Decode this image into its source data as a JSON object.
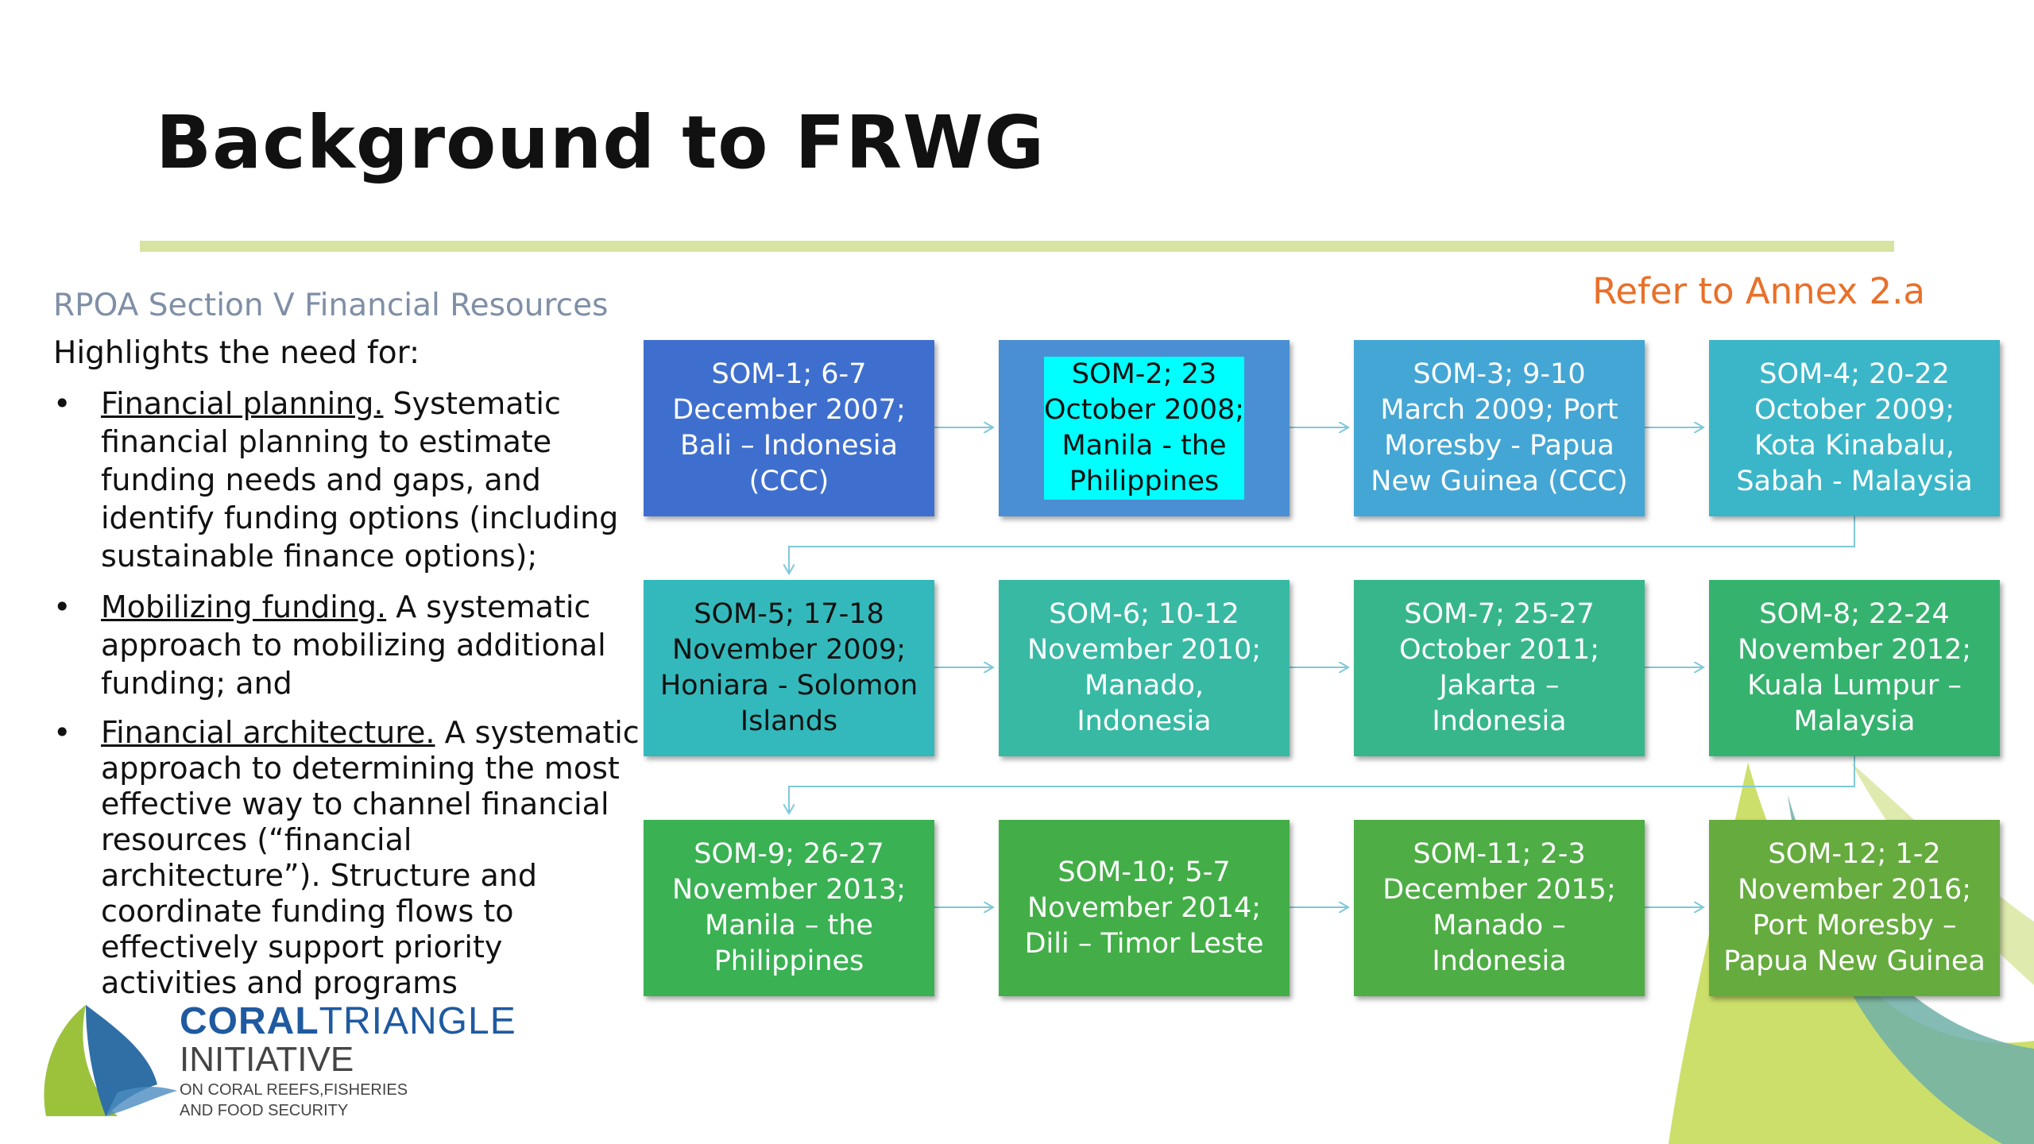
{
  "slide": {
    "title": "Background to FRWG",
    "section": "RPOA Section V Financial Resources",
    "annex_note": "Refer to Annex 2.a",
    "intro": "Highlights the need for:",
    "bullets": [
      {
        "term": "Financial planning.",
        "text": " Systematic financial planning to estimate funding needs and gaps, and identify funding options (including sustainable finance options);"
      },
      {
        "term": "Mobilizing funding.",
        "text": " A systematic approach to mobilizing additional funding; and"
      },
      {
        "term": "Financial architecture.",
        "text": " A systematic approach to determining the most effective way to channel financial resources (“financial architecture”). Structure and coordinate funding flows to effectively support priority activities and programs"
      }
    ]
  },
  "timeline": [
    {
      "label": "SOM-1; 6-7\nDecember 2007;\nBali – Indonesia\n(CCC)",
      "color": "#3f6fce"
    },
    {
      "label": "SOM-2; 23\nOctober 2008;\nManila - the\nPhilippines",
      "color": "#4a8ed4",
      "highlighted": true
    },
    {
      "label": "SOM-3; 9-10\nMarch 2009; Port\nMoresby - Papua\nNew Guinea (CCC)",
      "color": "#44a6d4"
    },
    {
      "label": "SOM-4; 20-22\nOctober 2009;\nKota Kinabalu,\nSabah - Malaysia",
      "color": "#3bb6c8"
    },
    {
      "label": "SOM-5; 17-18\nNovember 2009;\nHoniara - Solomon\nIslands",
      "color": "#33b9bb",
      "dark": true
    },
    {
      "label": "SOM-6; 10-12\nNovember 2010;\nManado,\nIndonesia",
      "color": "#38b9a4"
    },
    {
      "label": "SOM-7; 25-27\nOctober 2011;\nJakarta –\nIndonesia",
      "color": "#37b68c"
    },
    {
      "label": "SOM-8; 22-24\nNovember 2012;\nKuala Lumpur –\nMalaysia",
      "color": "#36b26f"
    },
    {
      "label": "SOM-9; 26-27\nNovember 2013;\nManila – the\nPhilippines",
      "color": "#3ab153"
    },
    {
      "label": "SOM-10; 5-7\nNovember 2014;\nDili – Timor Leste",
      "color": "#43ae47"
    },
    {
      "label": "SOM-11; 2-3\nDecember 2015;\nManado –\nIndonesia",
      "color": "#4ead45"
    },
    {
      "label": "SOM-12; 1-2\nNovember 2016;\nPort Moresby –\nPapua New Guinea",
      "color": "#66ab3e"
    }
  ],
  "logo": {
    "name_bold": "CORAL",
    "name_light": "TRIANGLE",
    "line2": "INITIATIVE",
    "line3": "ON CORAL REEFS,FISHERIES",
    "line4": "AND FOOD SECURITY"
  },
  "colors": {
    "arrow": "#7fc8d8",
    "title_rule": "#d7e3a1",
    "annex": "#e8702a",
    "section": "#7f8fa6"
  }
}
